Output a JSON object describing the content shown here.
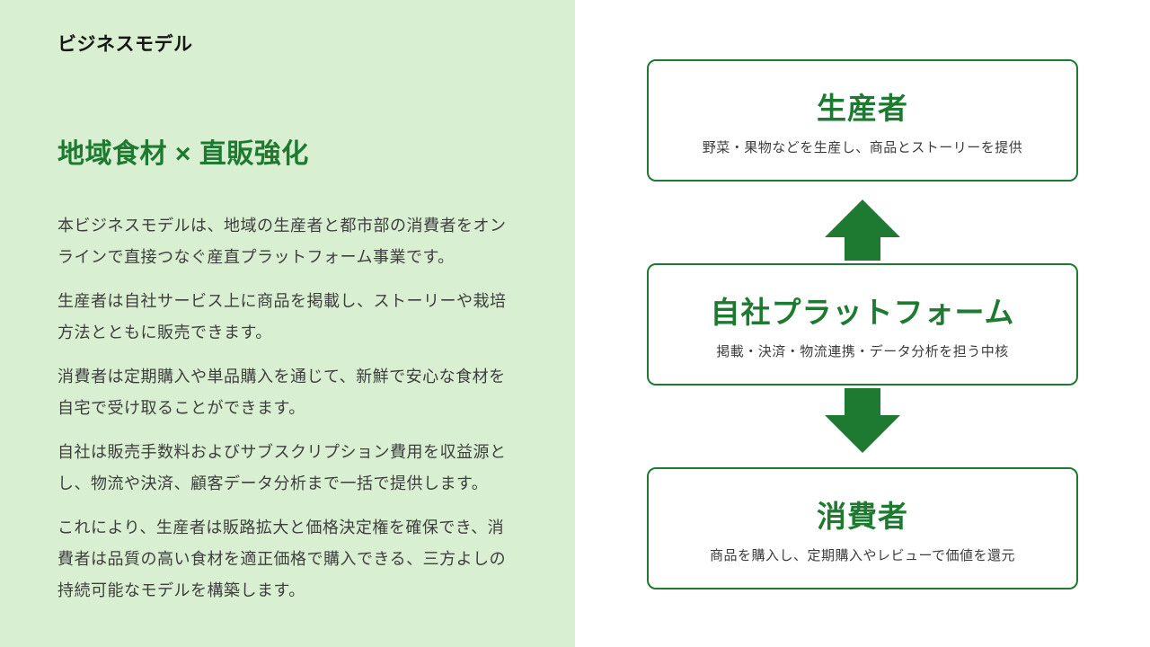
{
  "slide": {
    "kicker": "ビジネスモデル",
    "heading": "地域食材 × 直販強化",
    "paragraphs": [
      "本ビジネスモデルは、地域の生産者と都市部の消費者をオンラインで直接つなぐ産直プラットフォーム事業です。",
      "生産者は自社サービス上に商品を掲載し、ストーリーや栽培方法とともに販売できます。",
      "消費者は定期購入や単品購入を通じて、新鮮で安心な食材を自宅で受け取ることができます。",
      "自社は販売手数料およびサブスクリプション費用を収益源とし、物流や決済、顧客データ分析まで一括で提供します。",
      "これにより、生産者は販路拡大と価格決定権を確保でき、消費者は品質の高い食材を適正価格で購入できる、三方よしの持続可能なモデルを構築します。"
    ]
  },
  "diagram": {
    "nodes": [
      {
        "id": "producer",
        "title": "生産者",
        "subtitle": "野菜・果物などを生産し、商品とストーリーを提供"
      },
      {
        "id": "platform",
        "title": "自社プラットフォーム",
        "subtitle": "掲載・決済・物流連携・データ分析を担う中核"
      },
      {
        "id": "consumer",
        "title": "消費者",
        "subtitle": "商品を購入し、定期購入やレビューで価値を還元"
      }
    ],
    "arrows": [
      {
        "direction": "up",
        "icon": "arrow-up-icon"
      },
      {
        "direction": "down",
        "icon": "arrow-down-icon"
      }
    ]
  },
  "colors": {
    "accent_green": "#1e7a30",
    "panel_green": "#d9efd1",
    "card_background": "#ffffff",
    "kicker_text": "#161616",
    "body_text": "#3e3e3e"
  }
}
